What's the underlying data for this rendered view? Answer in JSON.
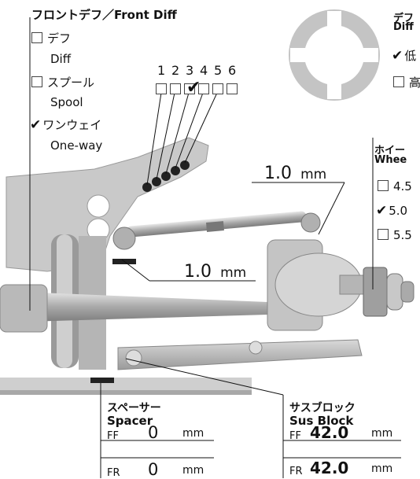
{
  "front_diff": {
    "title": "フロントデフ／Front Diff",
    "options": [
      {
        "jp": "デフ",
        "en": "Diff",
        "checked": false
      },
      {
        "jp": "スプール",
        "en": "Spool",
        "checked": false
      },
      {
        "jp": "ワンウェイ",
        "en": "One-way",
        "checked": true
      }
    ]
  },
  "positions": {
    "numbers": [
      "1",
      "2",
      "3",
      "4",
      "5",
      "6"
    ],
    "checked_index": 2
  },
  "diff_oil": {
    "jp": "デフ",
    "en": "Diff",
    "low": "低",
    "high": "高"
  },
  "wheel_hub": {
    "jp": "ホイー",
    "en": "Whee",
    "options": [
      {
        "label": "4.5",
        "checked": false
      },
      {
        "label": "5.0",
        "checked": true
      },
      {
        "label": "5.5",
        "checked": false
      }
    ]
  },
  "upper_measure": {
    "value": "1.0",
    "unit": "mm"
  },
  "lower_measure": {
    "value": "1.0",
    "unit": "mm"
  },
  "spacer": {
    "jp": "スペーサー",
    "en": "Spacer",
    "rows": [
      {
        "label": "FF",
        "value": "0",
        "unit": "mm"
      },
      {
        "label": "FR",
        "value": "0",
        "unit": "mm"
      }
    ]
  },
  "sus_block": {
    "jp": "サスブロック",
    "en": "Sus Block",
    "rows": [
      {
        "label": "FF",
        "value": "42.0",
        "unit": "mm"
      },
      {
        "label": "FR",
        "value": "42.0",
        "unit": "mm"
      }
    ]
  },
  "colors": {
    "metal": "#bdbdbd",
    "metal_dark": "#8f8f8f",
    "metal_light": "#e4e4e4",
    "ball": "#222222"
  }
}
